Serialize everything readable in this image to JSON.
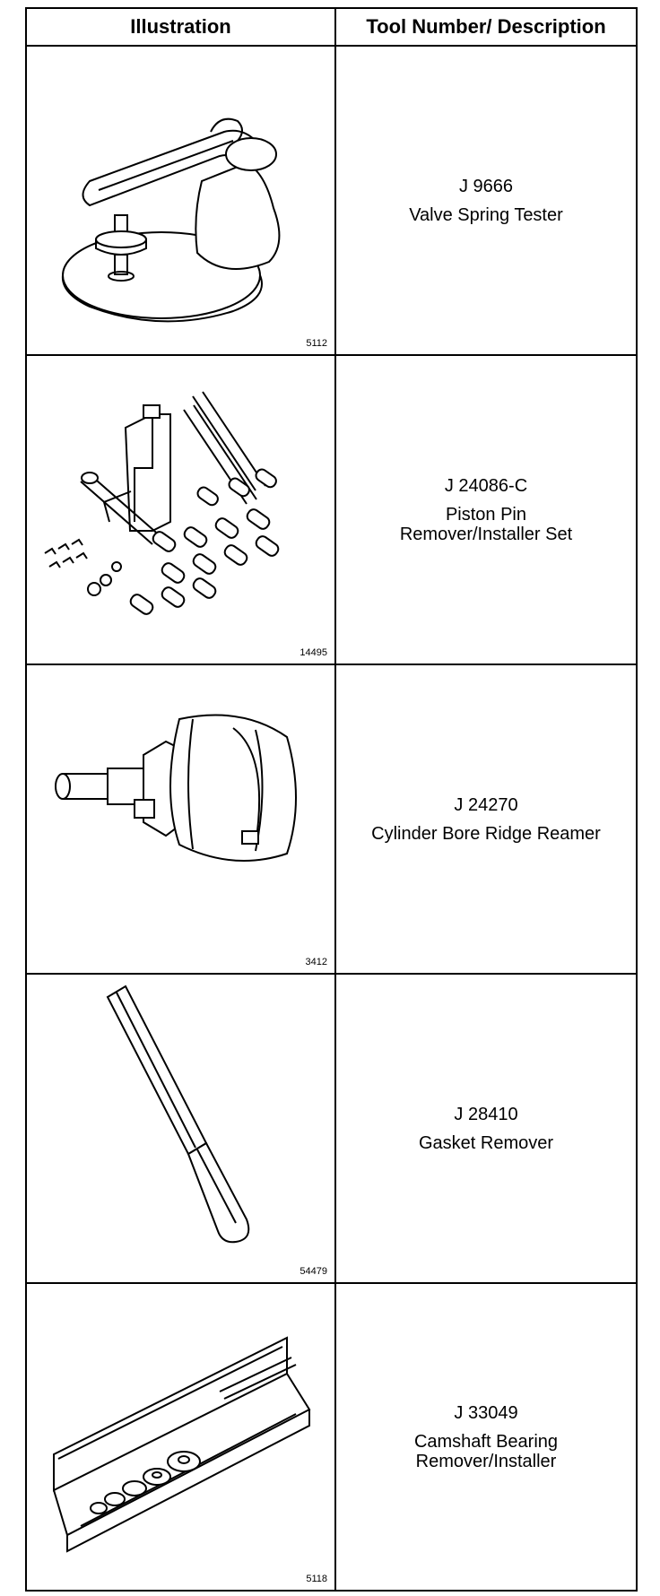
{
  "table": {
    "header": {
      "illustration": "Illustration",
      "description": "Tool Number/ Description"
    },
    "rows": [
      {
        "tool_number": "J 9666",
        "name": "Valve Spring Tester",
        "figure": "5112",
        "icon": "valve-spring-tester-icon"
      },
      {
        "tool_number": "J 24086-C",
        "name": "Piston Pin\nRemover/Installer Set",
        "figure": "14495",
        "icon": "piston-pin-set-icon"
      },
      {
        "tool_number": "J 24270",
        "name": "Cylinder Bore Ridge Reamer",
        "figure": "3412",
        "icon": "ridge-reamer-icon"
      },
      {
        "tool_number": "J 28410",
        "name": "Gasket Remover",
        "figure": "54479",
        "icon": "gasket-remover-icon"
      },
      {
        "tool_number": "J 33049",
        "name": "Camshaft Bearing\nRemover/Installer",
        "figure": "5118",
        "icon": "camshaft-bearing-tool-icon"
      }
    ]
  }
}
